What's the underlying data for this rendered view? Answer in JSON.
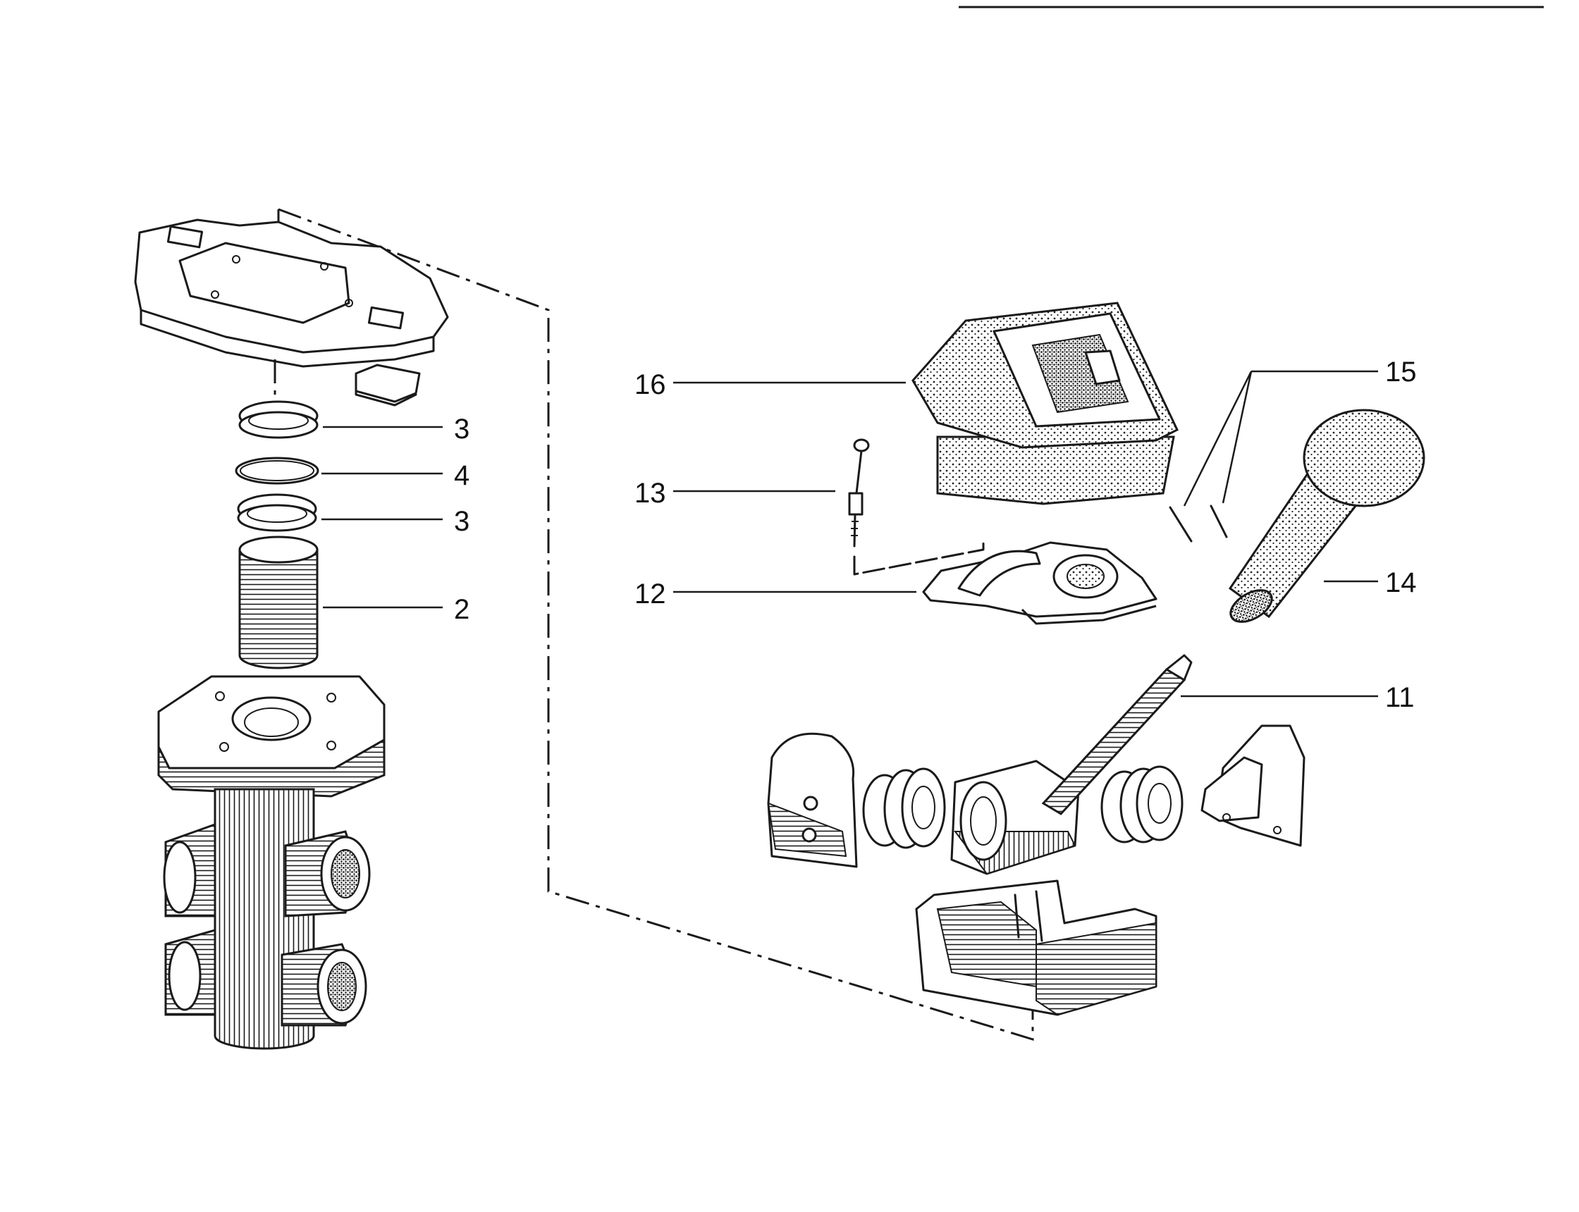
{
  "callouts": [
    {
      "id": "3a",
      "text": "3"
    },
    {
      "id": "4",
      "text": "4"
    },
    {
      "id": "3b",
      "text": "3"
    },
    {
      "id": "2",
      "text": "2"
    },
    {
      "id": "16",
      "text": "16"
    },
    {
      "id": "15",
      "text": "15"
    },
    {
      "id": "13",
      "text": "13"
    },
    {
      "id": "12",
      "text": "12"
    },
    {
      "id": "14",
      "text": "14"
    },
    {
      "id": "11",
      "text": "11"
    }
  ],
  "colors": {
    "ink": "#1a1a1a",
    "paper": "#ffffff"
  }
}
